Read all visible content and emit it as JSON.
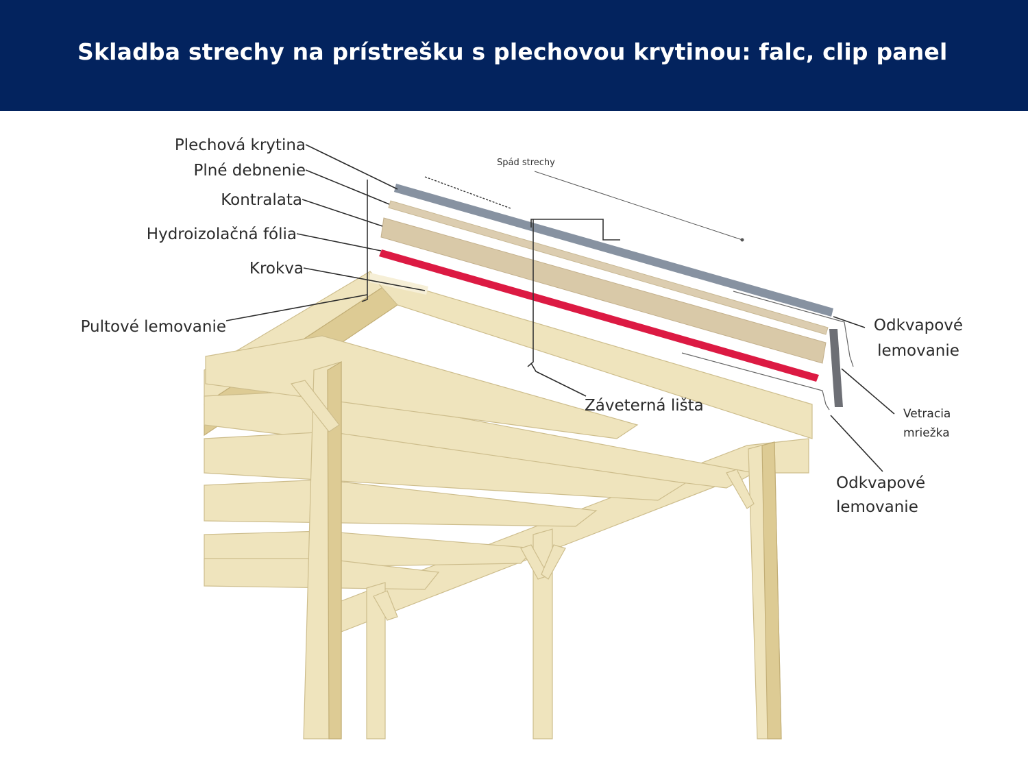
{
  "title": "Skladba strechy na prístrešku s plechovou krytinou: falc, clip panel",
  "colors": {
    "header_bg": "#03235e",
    "metal_roofing": "#8792a1",
    "boarding": "#dccdb0",
    "counter_batten": "#d9c9a8",
    "membrane": "#dc1a43",
    "wood": "#efe4bd",
    "eaves_flashing": "#6d6f75"
  },
  "labels": {
    "plechova_krytina": "Plechová krytina",
    "plne_debnenie": "Plné debnenie",
    "kontralata": "Kontralata",
    "hydroizolacna_folia": "Hydroizolačná fólia",
    "krokva": "Krokva",
    "pultove_lemovanie": "Pultové lemovanie",
    "spad_strechy": "Spád strechy",
    "zaveterna_lista": "Záveterná lišta",
    "odkvapove_lemovanie_1": [
      "Odkvapové",
      "lemovanie"
    ],
    "vetracia_mriezka": [
      "Vetracia",
      "mriežka"
    ],
    "odkvapove_lemovanie_2": [
      "Odkvapové",
      "lemovanie"
    ]
  }
}
